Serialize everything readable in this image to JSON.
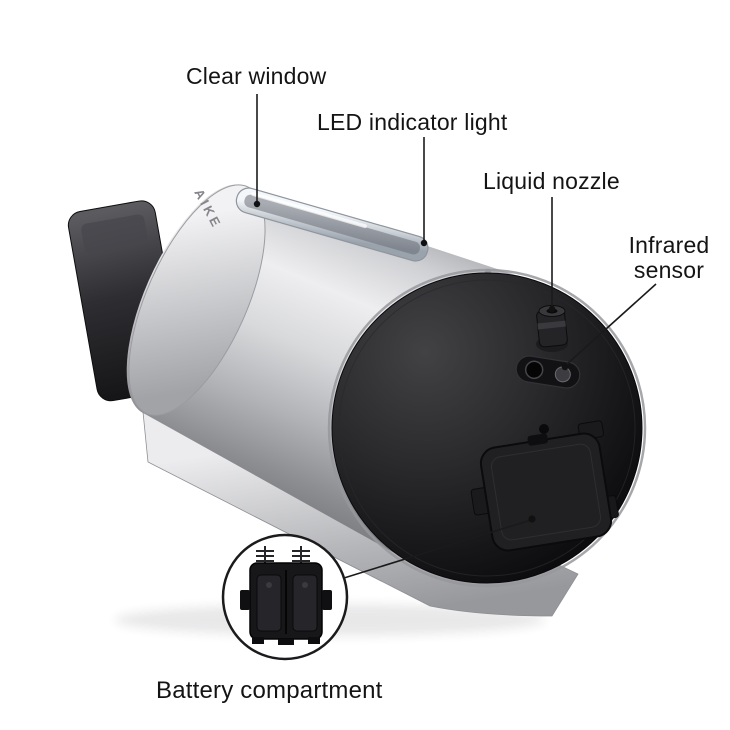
{
  "labels": {
    "clear_window": "Clear window",
    "led_indicator": "LED indicator light",
    "liquid_nozzle": "Liquid nozzle",
    "infrared_sensor": "Infrared sensor",
    "battery_compartment": "Battery compartment"
  },
  "brand": "AIKE",
  "colors": {
    "background": "#ffffff",
    "label_text": "#141414",
    "leader_line": "#1a1a1a",
    "body_silver": "#c9cacd",
    "face_black": "#1a1a1c",
    "mount_dark": "#2e2e32"
  }
}
